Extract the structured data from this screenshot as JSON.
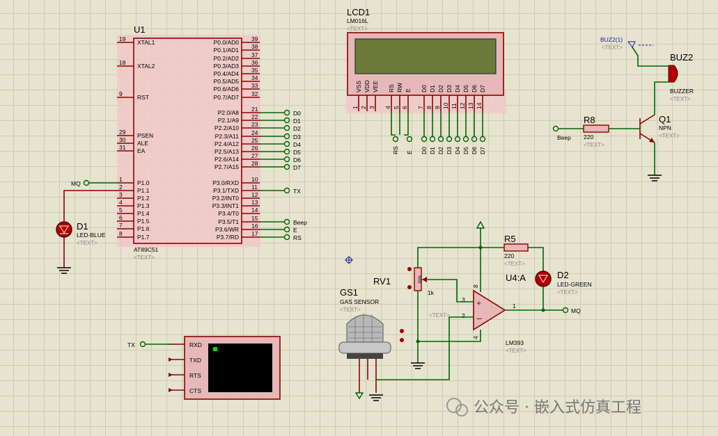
{
  "u1": {
    "ref": "U1",
    "value": "AT89C51",
    "text": "<TEXT>",
    "left_pins": [
      {
        "num": "19",
        "name": "XTAL1"
      },
      {
        "num": "18",
        "name": "XTAL2"
      },
      {
        "num": "9",
        "name": "RST"
      },
      {
        "num": "29",
        "name": "PSEN"
      },
      {
        "num": "30",
        "name": "ALE"
      },
      {
        "num": "31",
        "name": "EA"
      },
      {
        "num": "1",
        "name": "P1.0"
      },
      {
        "num": "2",
        "name": "P1.1"
      },
      {
        "num": "3",
        "name": "P1.2"
      },
      {
        "num": "4",
        "name": "P1.3"
      },
      {
        "num": "5",
        "name": "P1.4"
      },
      {
        "num": "6",
        "name": "P1.5"
      },
      {
        "num": "7",
        "name": "P1.6"
      },
      {
        "num": "8",
        "name": "P1.7"
      }
    ],
    "right_pins": [
      {
        "num": "39",
        "name": "P0.0/AD0"
      },
      {
        "num": "38",
        "name": "P0.1/AD1"
      },
      {
        "num": "37",
        "name": "P0.2/AD2"
      },
      {
        "num": "36",
        "name": "P0.3/AD3"
      },
      {
        "num": "35",
        "name": "P0.4/AD4"
      },
      {
        "num": "34",
        "name": "P0.5/AD5"
      },
      {
        "num": "33",
        "name": "P0.6/AD6"
      },
      {
        "num": "32",
        "name": "P0.7/AD7"
      },
      {
        "num": "21",
        "name": "P2.0/A8"
      },
      {
        "num": "22",
        "name": "P2.1/A9"
      },
      {
        "num": "23",
        "name": "P2.2/A10"
      },
      {
        "num": "24",
        "name": "P2.3/A11"
      },
      {
        "num": "25",
        "name": "P2.4/A12"
      },
      {
        "num": "26",
        "name": "P2.5/A13"
      },
      {
        "num": "27",
        "name": "P2.6/A14"
      },
      {
        "num": "28",
        "name": "P2.7/A15"
      },
      {
        "num": "10",
        "name": "P3.0/RXD"
      },
      {
        "num": "11",
        "name": "P3.1/TXD"
      },
      {
        "num": "12",
        "name": "P3.2/INT0"
      },
      {
        "num": "13",
        "name": "P3.3/INT1"
      },
      {
        "num": "14",
        "name": "P3.4/T0"
      },
      {
        "num": "15",
        "name": "P3.5/T1"
      },
      {
        "num": "16",
        "name": "P3.6/WR"
      },
      {
        "num": "17",
        "name": "P3.7/RD"
      }
    ]
  },
  "port_labels": {
    "d": [
      "D0",
      "D1",
      "D2",
      "D3",
      "D4",
      "D5",
      "D6",
      "D7"
    ],
    "tx": "TX",
    "beep": "Beep",
    "e": "E",
    "rs": "RS",
    "mq": "MQ"
  },
  "lcd": {
    "ref": "LCD1",
    "value": "LM016L",
    "text": "<TEXT>",
    "pins": [
      {
        "num": "1",
        "name": "VSS"
      },
      {
        "num": "2",
        "name": "VDD"
      },
      {
        "num": "3",
        "name": "VEE"
      },
      {
        "num": "4",
        "name": "RS"
      },
      {
        "num": "5",
        "name": "RW"
      },
      {
        "num": "6",
        "name": "E"
      },
      {
        "num": "7",
        "name": "D0"
      },
      {
        "num": "8",
        "name": "D1"
      },
      {
        "num": "9",
        "name": "D2"
      },
      {
        "num": "10",
        "name": "D3"
      },
      {
        "num": "11",
        "name": "D4"
      },
      {
        "num": "12",
        "name": "D5"
      },
      {
        "num": "13",
        "name": "D6"
      },
      {
        "num": "14",
        "name": "D7"
      }
    ],
    "bottom_labels": [
      "RS",
      "E",
      "D0",
      "D1",
      "D2",
      "D3",
      "D4",
      "D5",
      "D6",
      "D7"
    ]
  },
  "d1": {
    "ref": "D1",
    "value": "LED-BLUE",
    "text": "<TEXT>"
  },
  "terminal": {
    "pins": [
      "RXD",
      "TXD",
      "RTS",
      "CTS"
    ],
    "tx_label": "TX"
  },
  "buz": {
    "ref": "BUZ2",
    "value": "BUZZER",
    "text": "<TEXT>",
    "probe": "BUZ2(1)",
    "probe_text": "<TEXT>"
  },
  "q1": {
    "ref": "Q1",
    "value": "NPN",
    "text": "<TEXT>"
  },
  "r8": {
    "ref": "R8",
    "value": "220",
    "text": "<TEXT>",
    "net": "Beep"
  },
  "r5": {
    "ref": "R5",
    "value": "220",
    "text": "<TEXT>"
  },
  "d2": {
    "ref": "D2",
    "value": "LED-GREEN",
    "text": "<TEXT>"
  },
  "rv1": {
    "ref": "RV1",
    "value": "1k",
    "text": "<TEXT>",
    "mark": "30%"
  },
  "u4": {
    "ref": "U4:A",
    "value": "LM393",
    "text": "<TEXT>",
    "pin_plus": "3",
    "pin_minus": "2",
    "pin_out": "1",
    "pin_vcc": "8",
    "pin_gnd": "4",
    "mq": "MQ"
  },
  "gs1": {
    "ref": "GS1",
    "value": "GAS SENSOR",
    "text": "<TEXT>"
  },
  "watermark": "公众号 · 嵌入式仿真工程",
  "colors": {
    "wire": "#006600",
    "part": "#8b0000",
    "body": "#f0c8c8",
    "lcd_screen": "#6b7a3a",
    "background": "#e6e3cf"
  }
}
